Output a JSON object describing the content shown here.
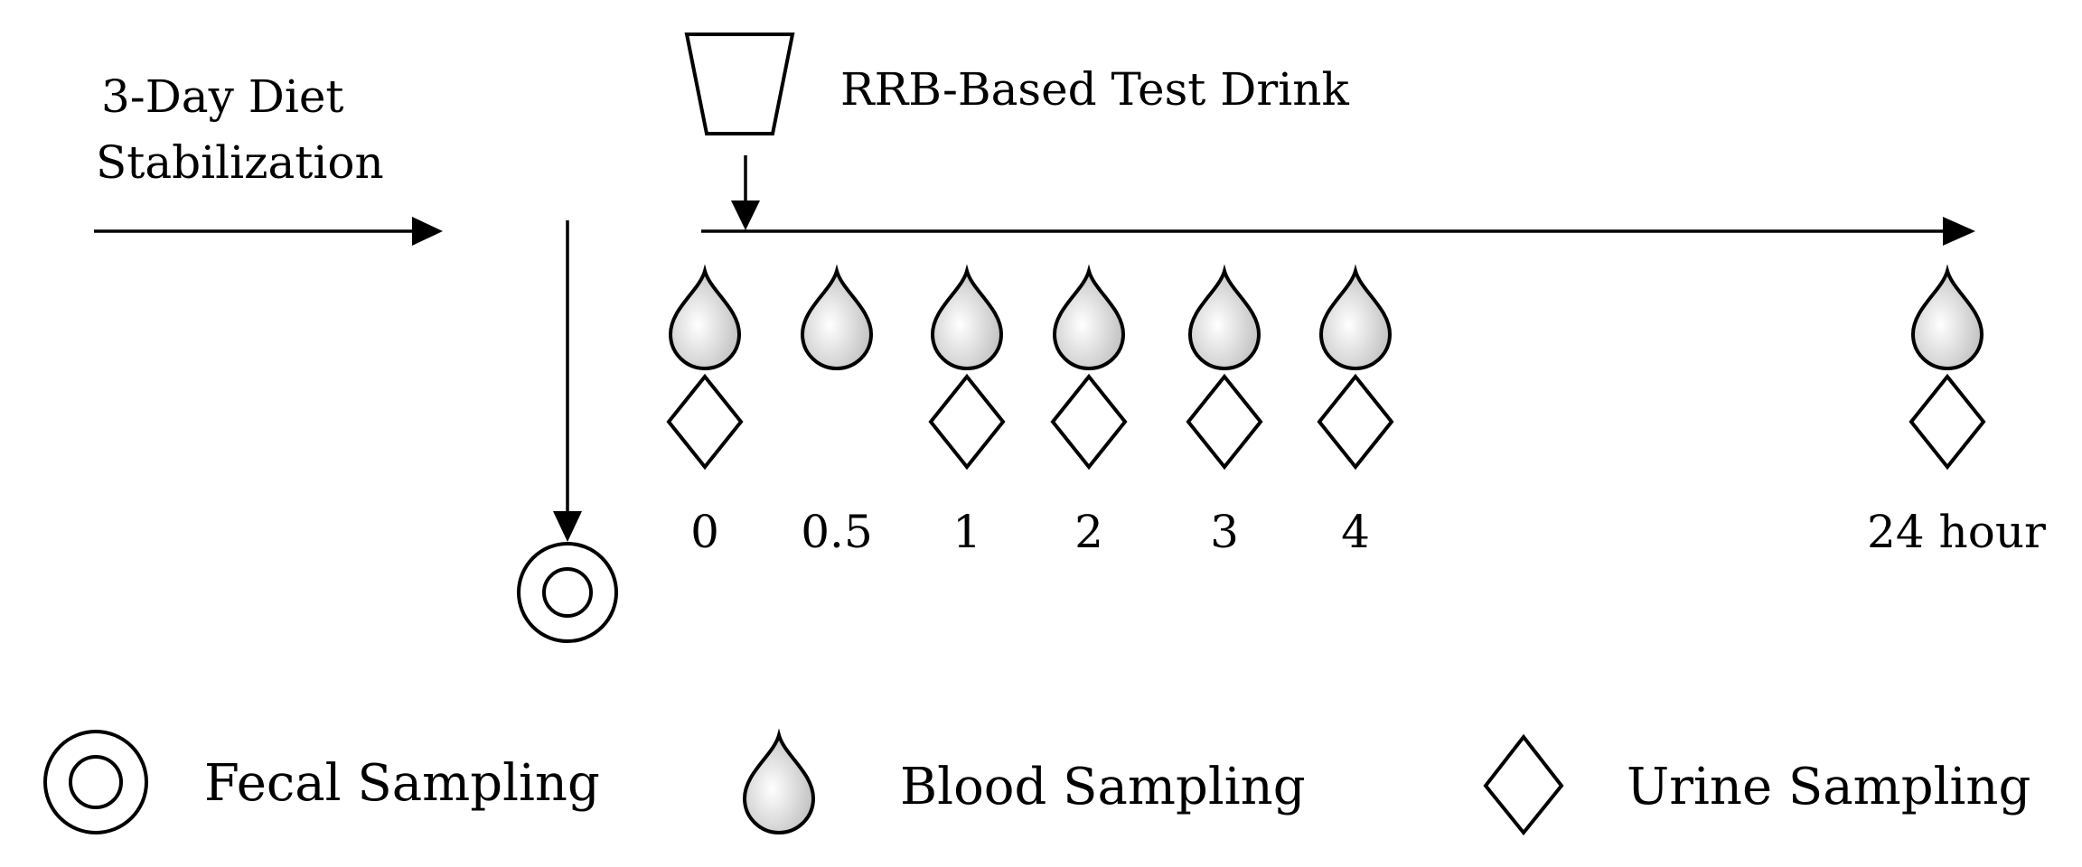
{
  "stabilization_label": [
    "3-Day Diet",
    "Stabilization"
  ],
  "test_drink_label": "RRB-Based Test Drink",
  "timepoints": [
    {
      "label": "0",
      "blood": true,
      "urine": true
    },
    {
      "label": "0.5",
      "blood": true,
      "urine": false
    },
    {
      "label": "1",
      "blood": true,
      "urine": true
    },
    {
      "label": "2",
      "blood": true,
      "urine": true
    },
    {
      "label": "3",
      "blood": true,
      "urine": true
    },
    {
      "label": "4",
      "blood": true,
      "urine": true
    },
    {
      "label": "24 hour",
      "blood": true,
      "urine": true
    }
  ],
  "legend": {
    "fecal": "Fecal Sampling",
    "blood": "Blood Sampling",
    "urine": "Urine Sampling"
  },
  "colors": {
    "stroke": "#000000",
    "drop_fill_light": "#ffffff",
    "drop_fill_dark": "#bdbdbd"
  },
  "icons": {
    "cup": "cup-icon",
    "fecal": "fecal-sampling-icon",
    "blood": "blood-drop-icon",
    "urine": "urine-diamond-icon"
  }
}
